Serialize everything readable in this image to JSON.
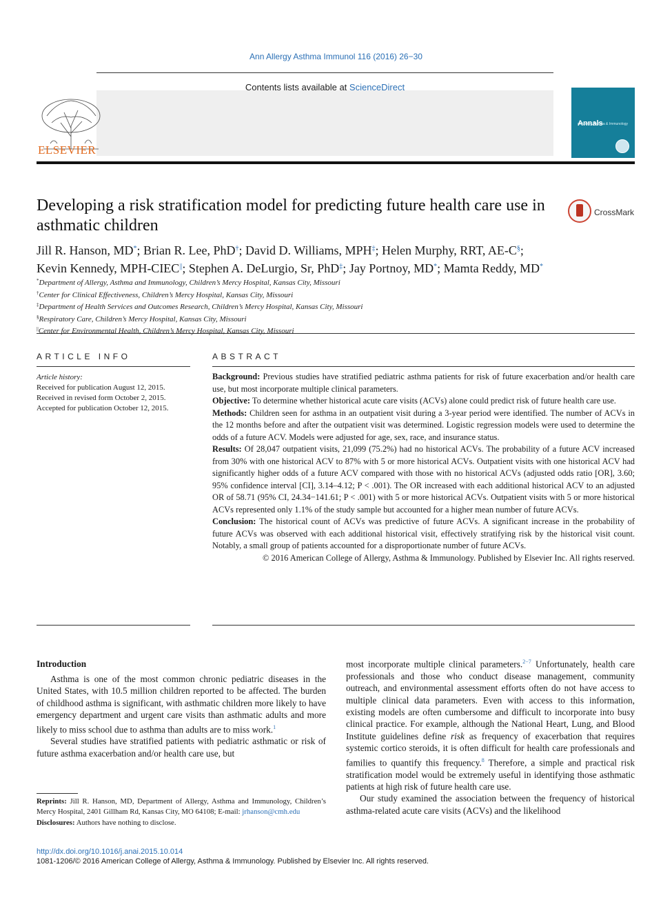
{
  "header": {
    "journal_ref": "Ann Allergy Asthma Immunol 116 (2016) 26−30",
    "contents_prefix": "Contents lists available at ",
    "contents_link": "ScienceDirect",
    "publisher": "ELSEVIER",
    "cover_title": "Annals",
    "cover_subtitle": "of Allergy, Asthma & Immunology",
    "crossmark": "CrossMark"
  },
  "article": {
    "title": "Developing a risk stratification model for predicting future health care use in asthmatic children",
    "authors": [
      {
        "name": "Jill R. Hanson, MD",
        "mark": "*",
        "sep": "; "
      },
      {
        "name": "Brian R. Lee, PhD",
        "mark": "†",
        "sep": "; "
      },
      {
        "name": "David D. Williams, MPH",
        "mark": "‡",
        "sep": "; "
      },
      {
        "name": "Helen Murphy, RRT, AE-C",
        "mark": "§",
        "sep": ";"
      },
      {
        "name": "Kevin Kennedy, MPH-CIEC",
        "mark": "||",
        "sep": "; "
      },
      {
        "name": "Stephen A. DeLurgio, Sr, PhD",
        "mark": "‡",
        "sep": "; "
      },
      {
        "name": "Jay Portnoy, MD",
        "mark": "*",
        "sep": "; "
      },
      {
        "name": "Mamta Reddy, MD",
        "mark": "*",
        "sep": ""
      }
    ],
    "affiliations": [
      {
        "mark": "*",
        "text": "Department of Allergy, Asthma and Immunology, Children’s Mercy Hospital, Kansas City, Missouri"
      },
      {
        "mark": "†",
        "text": "Center for Clinical Effectiveness, Children’s Mercy Hospital, Kansas City, Missouri"
      },
      {
        "mark": "‡",
        "text": "Department of Health Services and Outcomes Research, Children’s Mercy Hospital, Kansas City, Missouri"
      },
      {
        "mark": "§",
        "text": "Respiratory Care, Children’s Mercy Hospital, Kansas City, Missouri"
      },
      {
        "mark": "||",
        "text": "Center for Environmental Health, Children’s Mercy Hospital, Kansas City, Missouri"
      }
    ]
  },
  "article_info": {
    "heading": "ARTICLE INFO",
    "history_label": "Article history:",
    "received": "Received for publication August 12, 2015.",
    "revised": "Received in revised form October 2, 2015.",
    "accepted": "Accepted for publication October 12, 2015."
  },
  "abstract": {
    "heading": "ABSTRACT",
    "background_label": "Background:",
    "background": "Previous studies have stratified pediatric asthma patients for risk of future exacerbation and/or health care use, but most incorporate multiple clinical parameters.",
    "objective_label": "Objective:",
    "objective": "To determine whether historical acute care visits (ACVs) alone could predict risk of future health care use.",
    "methods_label": "Methods:",
    "methods": "Children seen for asthma in an outpatient visit during a 3-year period were identified. The number of ACVs in the 12 months before and after the outpatient visit was determined. Logistic regression models were used to determine the odds of a future ACV. Models were adjusted for age, sex, race, and insurance status.",
    "results_label": "Results:",
    "results": "Of 28,047 outpatient visits, 21,099 (75.2%) had no historical ACVs. The probability of a future ACV increased from 30% with one historical ACV to 87% with 5 or more historical ACVs. Outpatient visits with one historical ACV had significantly higher odds of a future ACV compared with those with no historical ACVs (adjusted odds ratio [OR], 3.60; 95% confidence interval [CI], 3.14–4.12; P < .001). The OR increased with each additional historical ACV to an adjusted OR of 58.71 (95% CI, 24.34−141.61; P < .001) with 5 or more historical ACVs. Outpatient visits with 5 or more historical ACVs represented only 1.1% of the study sample but accounted for a higher mean number of future ACVs.",
    "conclusion_label": "Conclusion:",
    "conclusion": "The historical count of ACVs was predictive of future ACVs. A significant increase in the probability of future ACVs was observed with each additional historical visit, effectively stratifying risk by the historical visit count. Notably, a small group of patients accounted for a disproportionate number of future ACVs.",
    "copyright": "© 2016 American College of Allergy, Asthma & Immunology. Published by Elsevier Inc. All rights reserved."
  },
  "body": {
    "intro_heading": "Introduction",
    "p1": "Asthma is one of the most common chronic pediatric diseases in the United States, with 10.5 million children reported to be affected. The burden of childhood asthma is significant, with asthmatic children more likely to have emergency department and urgent care visits than asthmatic adults and more likely to miss school due to asthma than adults are to miss work.",
    "p1_ref": "1",
    "p2": "Several studies have stratified patients with pediatric asthmatic or risk of future asthma exacerbation and/or health care use, but",
    "r1_start": "most incorporate multiple clinical parameters.",
    "r1_ref": "2−7",
    "r1_a": " Unfortunately, health care professionals and those who conduct disease management, community outreach, and environmental assessment efforts often do not have access to multiple clinical data parameters. Even with access to this information, existing models are often cumbersome and difficult to incorporate into busy clinical practice. For example, although the National Heart, Lung, and Blood Institute guidelines define ",
    "r1_risk": "risk",
    "r1_b": " as frequency of exacerbation that requires systemic cortico steroids, it is often difficult for health care professionals and families to quantify this frequency.",
    "r1_ref2": "8",
    "r1_c": " Therefore, a simple and practical risk stratification model would be extremely useful in identifying those asthmatic patients at high risk of future health care use.",
    "r2": "Our study examined the association between the frequency of historical asthma-related acute care visits (ACVs) and the likelihood"
  },
  "footnotes": {
    "reprints_label": "Reprints:",
    "reprints": "Jill R. Hanson, MD, Department of Allergy, Asthma and Immunology, Children’s Mercy Hospital, 2401 Gillham Rd, Kansas City, MO 64108; E-mail: ",
    "email": "jrhanson@cmh.edu",
    "disclosures_label": "Disclosures:",
    "disclosures": "Authors have nothing to disclose.",
    "doi": "http://dx.doi.org/10.1016/j.anai.2015.10.014",
    "issn": "1081-1206/© 2016 American College of Allergy, Asthma & Immunology. Published by Elsevier Inc. All rights reserved."
  }
}
